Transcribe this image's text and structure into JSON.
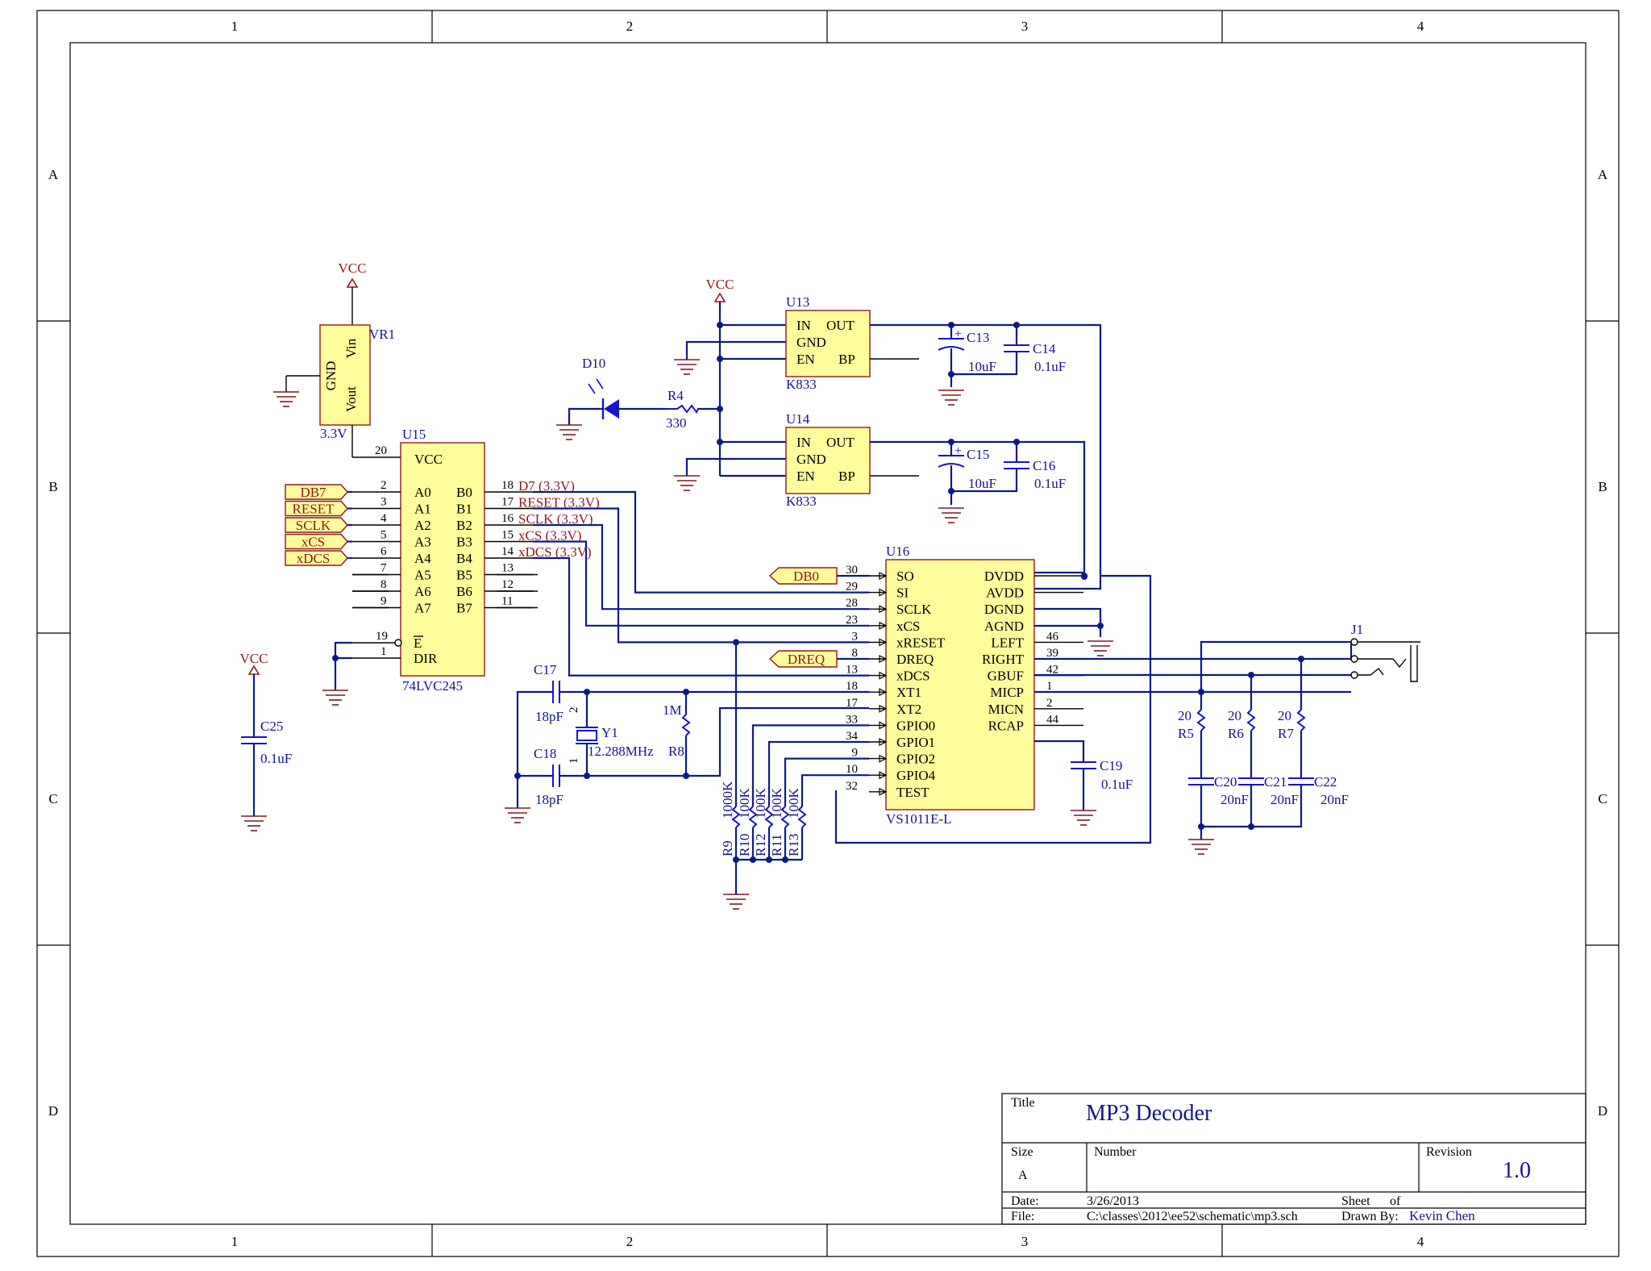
{
  "frame": {
    "columns": [
      "1",
      "2",
      "3",
      "4"
    ],
    "rows": [
      "A",
      "B",
      "C",
      "D"
    ]
  },
  "title_block": {
    "title_label": "Title",
    "title": "MP3 Decoder",
    "size_label": "Size",
    "size": "A",
    "number_label": "Number",
    "revision_label": "Revision",
    "revision": "1.0",
    "date_label": "Date:",
    "date": "3/26/2013",
    "sheet_label": "Sheet",
    "of_label": "of",
    "file_label": "File:",
    "file": "C:\\classes\\2012\\ee52\\schematic\\mp3.sch",
    "drawn_by_label": "Drawn By:",
    "drawn_by": "Kevin Chen"
  },
  "power": {
    "vcc": "VCC"
  },
  "vr1": {
    "ref": "VR1",
    "vin": "Vin",
    "gnd": "GND",
    "vout": "Vout",
    "value": "3.3V"
  },
  "u15": {
    "ref": "U15",
    "part": "74LVC245",
    "vcc_pin": "VCC",
    "vcc_num": "20",
    "a_pins": [
      {
        "num": "2",
        "name": "A0"
      },
      {
        "num": "3",
        "name": "A1"
      },
      {
        "num": "4",
        "name": "A2"
      },
      {
        "num": "5",
        "name": "A3"
      },
      {
        "num": "6",
        "name": "A4"
      },
      {
        "num": "7",
        "name": "A5"
      },
      {
        "num": "8",
        "name": "A6"
      },
      {
        "num": "9",
        "name": "A7"
      }
    ],
    "b_pins": [
      {
        "num": "18",
        "name": "B0"
      },
      {
        "num": "17",
        "name": "B1"
      },
      {
        "num": "16",
        "name": "B2"
      },
      {
        "num": "15",
        "name": "B3"
      },
      {
        "num": "14",
        "name": "B4"
      },
      {
        "num": "13",
        "name": "B5"
      },
      {
        "num": "12",
        "name": "B6"
      },
      {
        "num": "11",
        "name": "B7"
      }
    ],
    "e_pin": {
      "num": "19",
      "name": "E"
    },
    "dir_pin": {
      "num": "1",
      "name": "DIR"
    }
  },
  "ports_in": [
    "DB7",
    "RESET",
    "SCLK",
    "xCS",
    "xDCS"
  ],
  "nets_33": [
    "D7 (3.3V)",
    "RESET (3.3V)",
    "SCLK (3.3V)",
    "xCS (3.3V)",
    "xDCS (3.3V)"
  ],
  "u13": {
    "ref": "U13",
    "part": "K833",
    "in": "IN",
    "out": "OUT",
    "gnd": "GND",
    "en": "EN",
    "bp": "BP"
  },
  "u14": {
    "ref": "U14",
    "part": "K833",
    "in": "IN",
    "out": "OUT",
    "gnd": "GND",
    "en": "EN",
    "bp": "BP"
  },
  "c13": {
    "ref": "C13",
    "value": "10uF"
  },
  "c14": {
    "ref": "C14",
    "value": "0.1uF"
  },
  "c15": {
    "ref": "C15",
    "value": "10uF"
  },
  "c16": {
    "ref": "C16",
    "value": "0.1uF"
  },
  "d10": {
    "ref": "D10"
  },
  "r4": {
    "ref": "R4",
    "value": "330"
  },
  "c25": {
    "ref": "C25",
    "value": "0.1uF"
  },
  "c17": {
    "ref": "C17",
    "value": "18pF"
  },
  "c18": {
    "ref": "C18",
    "value": "18pF"
  },
  "y1": {
    "ref": "Y1",
    "value": "12.288MHz",
    "pin2": "2",
    "pin1": "1"
  },
  "r8": {
    "ref": "R8",
    "value": "1M"
  },
  "pull_res": [
    {
      "ref": "R9",
      "value": "1000K"
    },
    {
      "ref": "R10",
      "value": "100K"
    },
    {
      "ref": "R12",
      "value": "100K"
    },
    {
      "ref": "R11",
      "value": "100K"
    },
    {
      "ref": "R13",
      "value": "100K"
    }
  ],
  "u16": {
    "ref": "U16",
    "part": "VS1011E-L",
    "left_pins": [
      {
        "num": "30",
        "name": "SO"
      },
      {
        "num": "29",
        "name": "SI"
      },
      {
        "num": "28",
        "name": "SCLK"
      },
      {
        "num": "23",
        "name": "xCS"
      },
      {
        "num": "3",
        "name": "xRESET"
      },
      {
        "num": "8",
        "name": "DREQ"
      },
      {
        "num": "13",
        "name": "xDCS"
      },
      {
        "num": "18",
        "name": "XT1"
      },
      {
        "num": "17",
        "name": "XT2"
      },
      {
        "num": "33",
        "name": "GPIO0"
      },
      {
        "num": "34",
        "name": "GPIO1"
      },
      {
        "num": "9",
        "name": "GPIO2"
      },
      {
        "num": "10",
        "name": "GPIO4"
      },
      {
        "num": "32",
        "name": "TEST"
      }
    ],
    "right_pins": [
      {
        "num": "",
        "name": "DVDD"
      },
      {
        "num": "",
        "name": "AVDD"
      },
      {
        "num": "",
        "name": "DGND"
      },
      {
        "num": "",
        "name": "AGND"
      },
      {
        "num": "46",
        "name": "LEFT"
      },
      {
        "num": "39",
        "name": "RIGHT"
      },
      {
        "num": "42",
        "name": "GBUF"
      },
      {
        "num": "1",
        "name": "MICP"
      },
      {
        "num": "2",
        "name": "MICN"
      },
      {
        "num": "44",
        "name": "RCAP"
      }
    ]
  },
  "ports_out": [
    "DB0",
    "DREQ"
  ],
  "c19": {
    "ref": "C19",
    "value": "0.1uF"
  },
  "j1": {
    "ref": "J1"
  },
  "r5": {
    "ref": "R5",
    "value": "20"
  },
  "r6": {
    "ref": "R6",
    "value": "20"
  },
  "r7": {
    "ref": "R7",
    "value": "20"
  },
  "c20": {
    "ref": "C20",
    "value": "20nF"
  },
  "c21": {
    "ref": "C21",
    "value": "20nF"
  },
  "c22": {
    "ref": "C22",
    "value": "20nF"
  }
}
